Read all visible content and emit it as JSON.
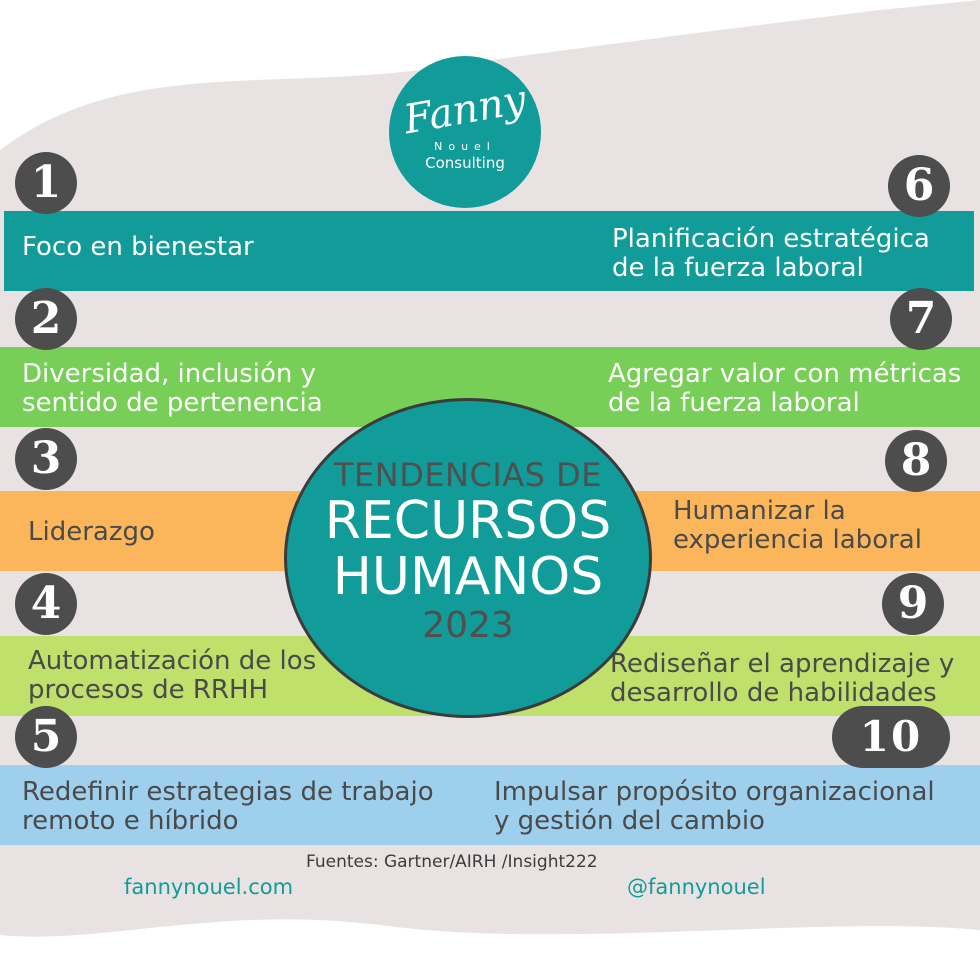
{
  "logo": {
    "script": "Fanny",
    "sub": "Nouel",
    "consult": "Consulting"
  },
  "center": {
    "line1": "TENDENCIAS DE",
    "line2": "RECURSOS",
    "line3": "HUMANOS",
    "line4": "2023"
  },
  "colors": {
    "teal": "#129c99",
    "green": "#78cf57",
    "orange": "#fbb65b",
    "lime": "#bfe06a",
    "blue": "#9ed0ee",
    "dark": "#4d4d4d"
  },
  "trends": [
    {
      "num": "1",
      "text": "Foco en bienestar"
    },
    {
      "num": "2",
      "text": "Diversidad, inclusión y\nsentido de pertenencia"
    },
    {
      "num": "3",
      "text": "Liderazgo"
    },
    {
      "num": "4",
      "text": "Automatización de los\nprocesos  de RRHH"
    },
    {
      "num": "5",
      "text": "Redefinir estrategias de trabajo\nremoto e híbrido"
    },
    {
      "num": "6",
      "text": "Planificación estratégica\nde la fuerza laboral"
    },
    {
      "num": "7",
      "text": "Agregar valor con métricas\nde la fuerza laboral"
    },
    {
      "num": "8",
      "text": "Humanizar la\nexperiencia laboral"
    },
    {
      "num": "9",
      "text": "Rediseñar el aprendizaje y\ndesarrollo de habilidades"
    },
    {
      "num": "10",
      "text": "Impulsar propósito organizacional\ny gestión del cambio"
    }
  ],
  "footer": {
    "source": "Fuentes: Gartner/AIRH /Insight222",
    "website": "fannynouel.com",
    "social": "@fannynouel"
  }
}
